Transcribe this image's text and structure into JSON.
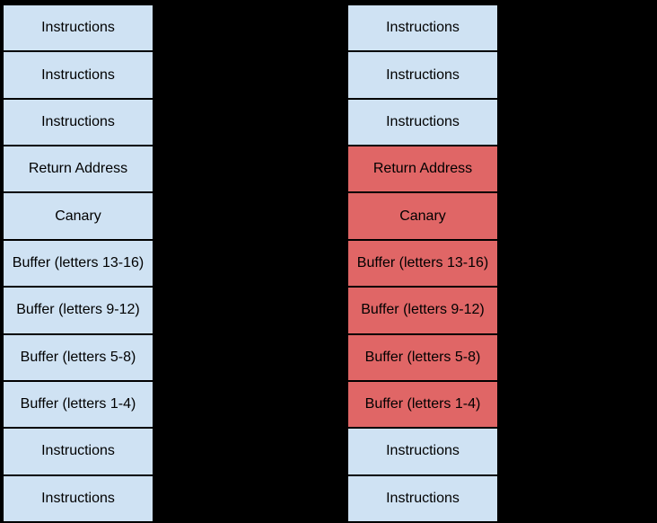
{
  "colors": {
    "background": "#000000",
    "normal_fill": "#cfe2f3",
    "overwritten_fill": "#e06666",
    "border": "#000000",
    "text": "#000000"
  },
  "columns": [
    {
      "id": "left",
      "rows": [
        {
          "label": "Instructions",
          "state": "normal"
        },
        {
          "label": "Instructions",
          "state": "normal"
        },
        {
          "label": "Instructions",
          "state": "normal"
        },
        {
          "label": "Return Address",
          "state": "normal"
        },
        {
          "label": "Canary",
          "state": "normal"
        },
        {
          "label": "Buffer (letters 13-16)",
          "state": "normal"
        },
        {
          "label": "Buffer (letters 9-12)",
          "state": "normal"
        },
        {
          "label": "Buffer (letters 5-8)",
          "state": "normal"
        },
        {
          "label": "Buffer (letters 1-4)",
          "state": "normal"
        },
        {
          "label": "Instructions",
          "state": "normal"
        },
        {
          "label": "Instructions",
          "state": "normal"
        }
      ]
    },
    {
      "id": "right",
      "rows": [
        {
          "label": "Instructions",
          "state": "normal"
        },
        {
          "label": "Instructions",
          "state": "normal"
        },
        {
          "label": "Instructions",
          "state": "normal"
        },
        {
          "label": "Return Address",
          "state": "overwritten"
        },
        {
          "label": "Canary",
          "state": "overwritten"
        },
        {
          "label": "Buffer (letters 13-16)",
          "state": "overwritten"
        },
        {
          "label": "Buffer (letters 9-12)",
          "state": "overwritten"
        },
        {
          "label": "Buffer (letters 5-8)",
          "state": "overwritten"
        },
        {
          "label": "Buffer (letters 1-4)",
          "state": "overwritten"
        },
        {
          "label": "Instructions",
          "state": "normal"
        },
        {
          "label": "Instructions",
          "state": "normal"
        }
      ]
    }
  ]
}
